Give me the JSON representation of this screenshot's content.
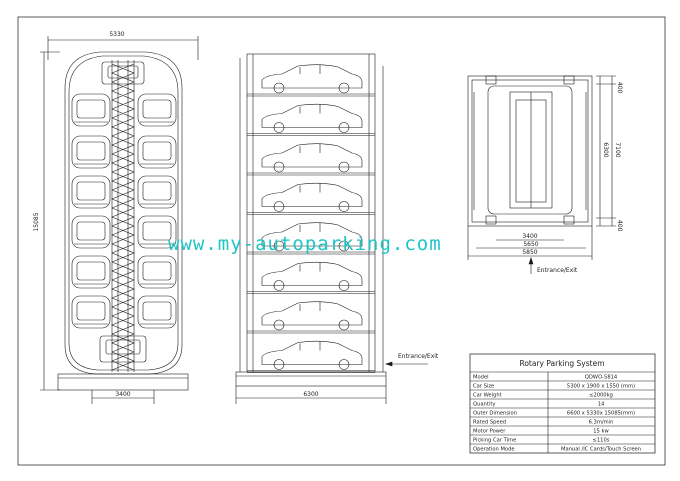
{
  "colors": {
    "line": "#1a1a1a",
    "frame": "#333333",
    "watermark": "#20c4c4",
    "paper": "#ffffff"
  },
  "front_view": {
    "width_dim": "5330",
    "height_dim": "15085",
    "base_dim": "3400"
  },
  "side_view": {
    "width_dim": "6300",
    "entrance_label": "Entrance/Exit"
  },
  "plan_view": {
    "dim_top": "400",
    "dim_inner_height": "6300",
    "dim_total_height": "7100",
    "dim_bottom": "400",
    "dim_3400": "3400",
    "dim_5650": "5650",
    "dim_5850": "5850",
    "entrance_label": "Entrance/Exit"
  },
  "watermark": "www.my-autoparking.com",
  "spec_table": {
    "title": "Rotary Parking System",
    "rows": [
      {
        "label": "Model",
        "value": "QDWO-S814"
      },
      {
        "label": "Car Size",
        "value": "5300 x 1900 x 1550 (mm)"
      },
      {
        "label": "Car Weight",
        "value": "≤2000kg"
      },
      {
        "label": "Quantity",
        "value": "14"
      },
      {
        "label": "Outer Dimension",
        "value": "6600 x 5330x 15085(mm)"
      },
      {
        "label": "Rated Speed",
        "value": "6.3m/min"
      },
      {
        "label": "Motor Power",
        "value": "15 kw"
      },
      {
        "label": "Picking Car Time",
        "value": "≤110s"
      },
      {
        "label": "Operation Mode",
        "value": "Manual /IC Cards/Touch Screen"
      }
    ]
  }
}
